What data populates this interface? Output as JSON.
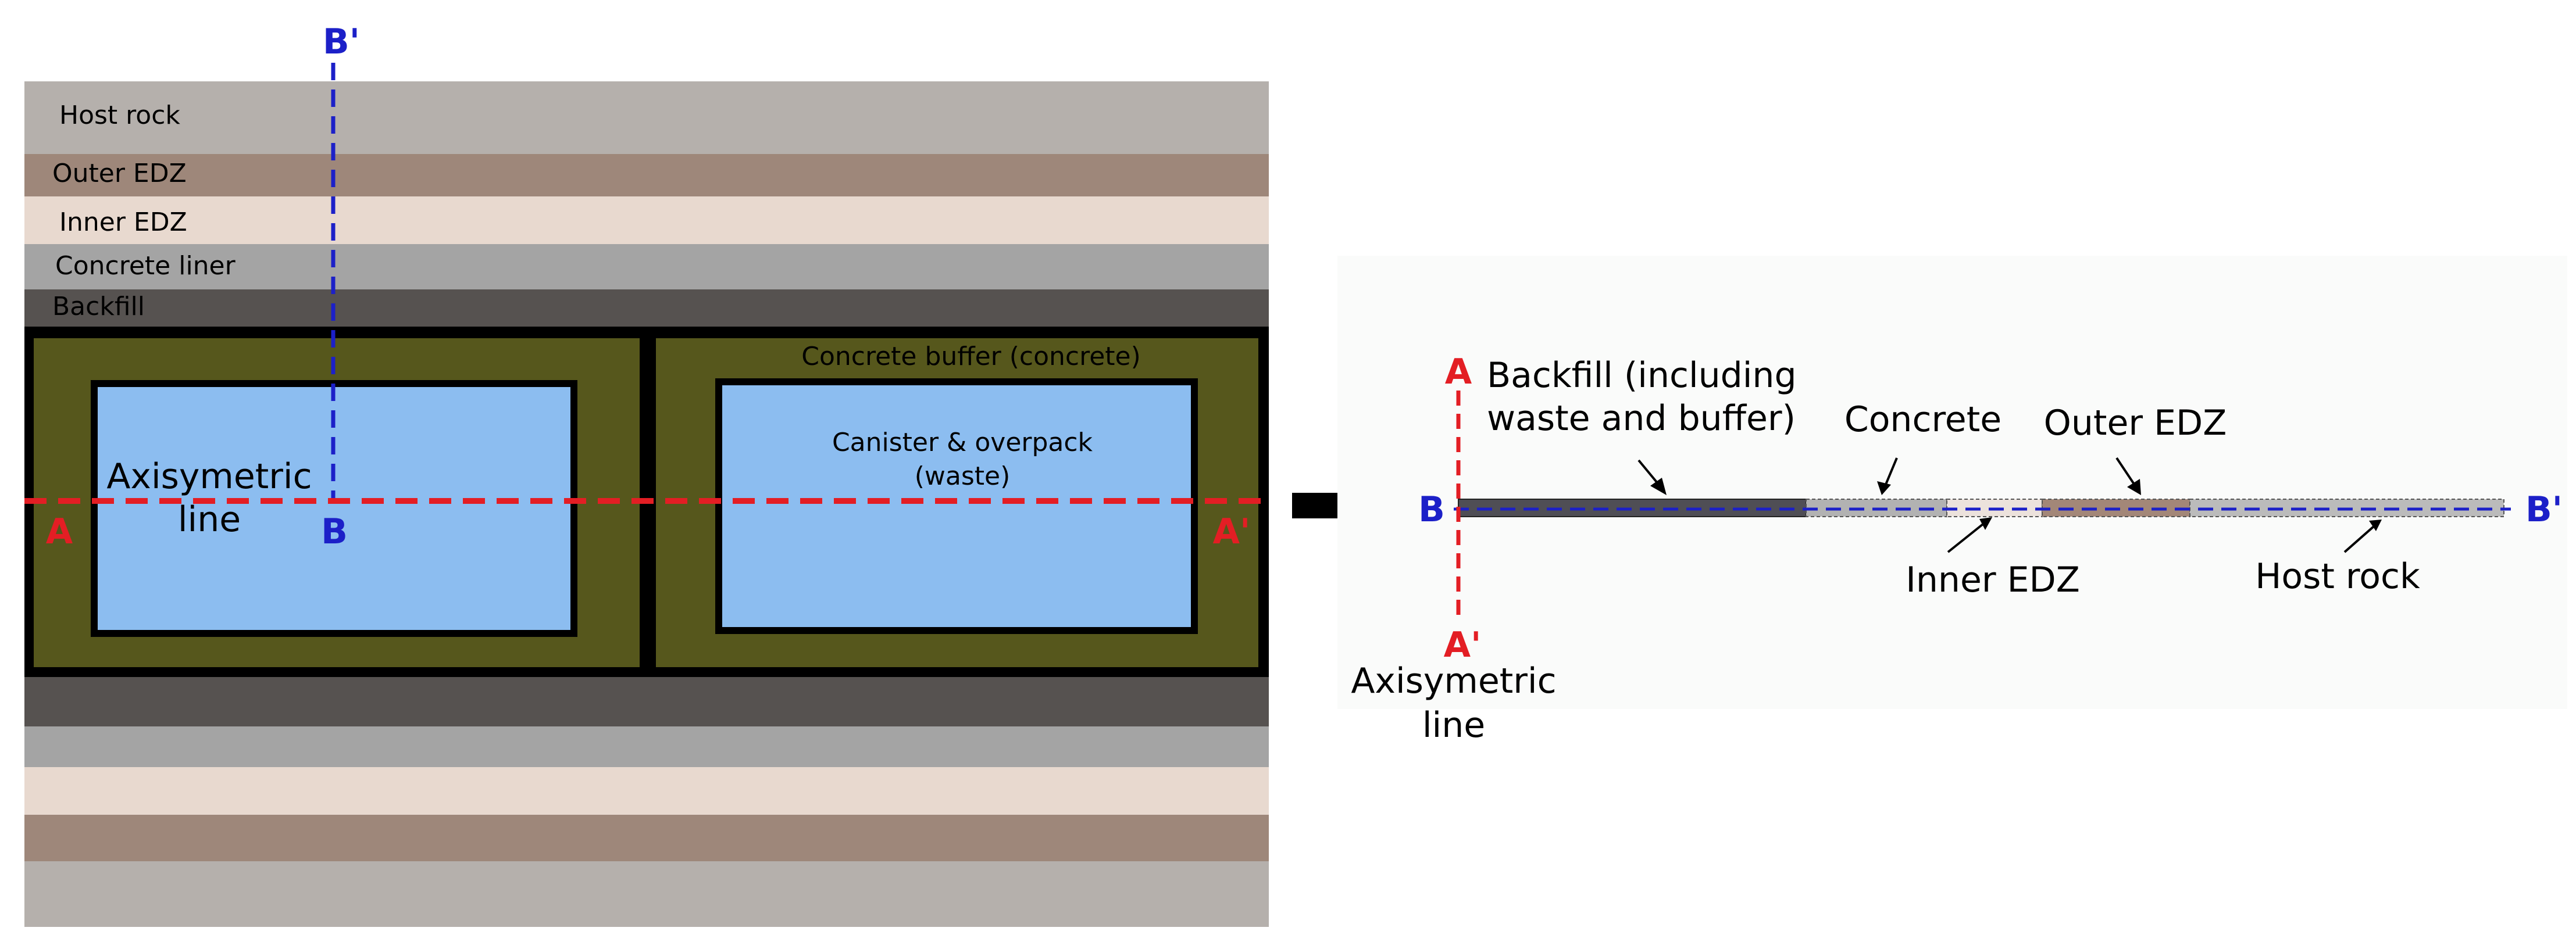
{
  "left_panel": {
    "layers": {
      "host_rock": "Host rock",
      "outer_edz": "Outer EDZ",
      "inner_edz": "Inner EDZ",
      "concrete_liner": "Concrete liner",
      "backfill": "Backfill"
    },
    "concrete_buffer_label": "Concrete buffer (concrete)",
    "canister_label_line1": "Canister & overpack",
    "canister_label_line2": "(waste)",
    "axisymetric_label_line1": "Axisymetric",
    "axisymetric_label_line2": "line",
    "section_labels": {
      "a": "A",
      "a_prime": "A'",
      "b": "B",
      "b_prime": "B'"
    }
  },
  "right_panel": {
    "section_labels": {
      "a": "A",
      "a_prime": "A'",
      "b": "B",
      "b_prime": "B'"
    },
    "backfill_label_line1": "Backfill (including",
    "backfill_label_line2": "waste and buffer)",
    "concrete_label": "Concrete",
    "outer_edz_label": "Outer EDZ",
    "inner_edz_label": "Inner EDZ",
    "host_rock_label": "Host rock",
    "axisymetric_label_line1": "Axisymetric",
    "axisymetric_label_line2": "line"
  },
  "colors": {
    "host_rock": "#b5b0ac",
    "outer_edz": "#9e877a",
    "inner_edz": "#e8d9cf",
    "concrete_liner": "#a4a4a4",
    "backfill": "#565250",
    "concrete_buffer": "#56571c",
    "canister": "#8cbdf0",
    "section_a": "#e31e24",
    "section_b": "#1c20c8"
  }
}
